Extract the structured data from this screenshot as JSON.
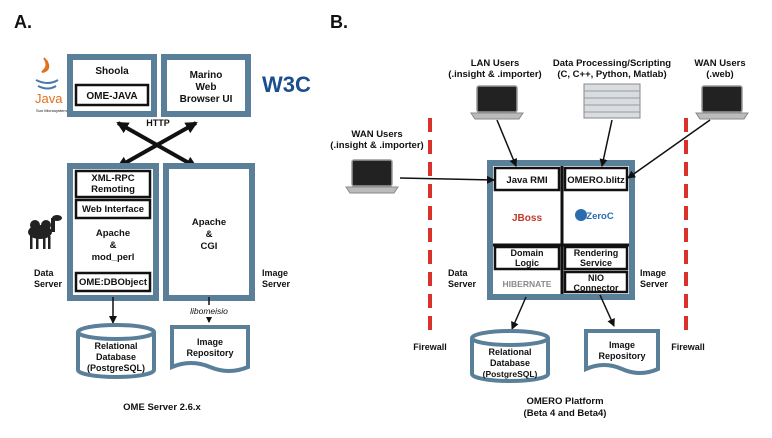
{
  "panel_a": {
    "label": "A.",
    "shoola": "Shoola",
    "ome_java": "OME-JAVA",
    "marino": [
      "Marino",
      "Web",
      "Browser UI"
    ],
    "http": "HTTP",
    "xml_rpc": [
      "XML-RPC",
      "Remoting"
    ],
    "web_interface": "Web Interface",
    "apache_perl": [
      "Apache",
      "&",
      "mod_perl"
    ],
    "ome_dbobject": "OME:DBObject",
    "apache_cgi": [
      "Apache",
      "&",
      "CGI"
    ],
    "data_server": [
      "Data",
      "Server"
    ],
    "image_server": [
      "Image",
      "Server"
    ],
    "libomeisio": "libomeisio",
    "relational_db": [
      "Relational",
      "Database",
      "(PostgreSQL)"
    ],
    "image_repo": [
      "Image",
      "Repository"
    ],
    "caption": "OME  Server 2.6.x",
    "java_logo": "Java",
    "java_logo_sub": "Sun Microsystems",
    "w3c_logo": "W3C"
  },
  "panel_b": {
    "label": "B.",
    "lan_users": [
      "LAN Users",
      "(.insight & .importer)"
    ],
    "data_processing": [
      "Data Processing/Scripting",
      "(C, C++, Python, Matlab)"
    ],
    "wan_users_web": [
      "WAN Users",
      "(.web)"
    ],
    "wan_users_left": [
      "WAN Users",
      "(.insight & .importer)"
    ],
    "java_rmi": "Java RMI",
    "omero_blitz": "OMERO.blitz",
    "jboss_logo": "JBoss",
    "zeroc_logo": "ZeroC",
    "domain_logic": [
      "Domain",
      "Logic"
    ],
    "rendering_service": [
      "Rendering",
      "Service"
    ],
    "hibernate_logo": "HIBERNATE",
    "nio_connector": [
      "NIO",
      "Connector"
    ],
    "data_server": [
      "Data",
      "Server"
    ],
    "image_server": [
      "Image",
      "Server"
    ],
    "firewall_left": "Firewall",
    "firewall_right": "Firewall",
    "relational_db": [
      "Relational",
      "Database",
      "(PostgreSQL)"
    ],
    "image_repo": [
      "Image",
      "Repository"
    ],
    "caption": [
      "OMERO Platform",
      "(Beta 4 and Beta4)"
    ]
  },
  "colors": {
    "frame": "#5a7f99",
    "frame_inner": "#ffffff",
    "firewall": "#d8322a",
    "arrow": "#111111"
  }
}
